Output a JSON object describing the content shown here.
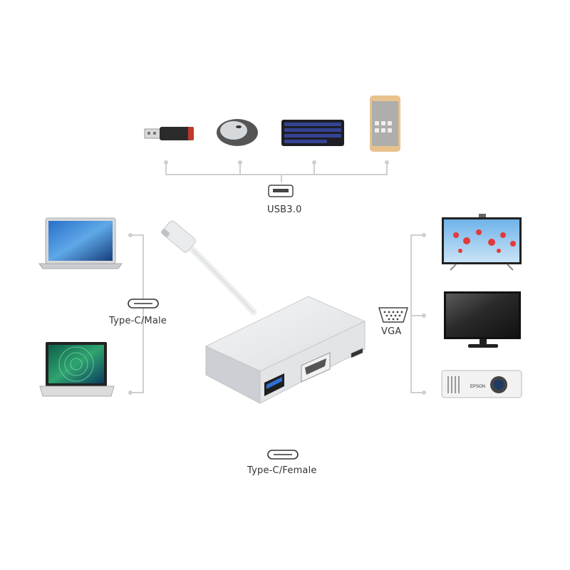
{
  "labels": {
    "usb": "USB3.0",
    "typec_male": "Type-C/Male",
    "vga": "VGA",
    "typec_female": "Type-C/Female"
  },
  "devices": {
    "top": [
      "usb-flash-drive",
      "mouse",
      "keyboard",
      "smartphone"
    ],
    "left": [
      "laptop-macbook",
      "laptop-peacock"
    ],
    "right": [
      "tv",
      "monitor",
      "projector"
    ]
  },
  "projector_brand": "EPSON",
  "colors": {
    "line": "#cfcfcf",
    "adapter": "#e6e8ea",
    "adapter_edge": "#c9cdd1",
    "usb_blue": "#2f6fd6"
  }
}
